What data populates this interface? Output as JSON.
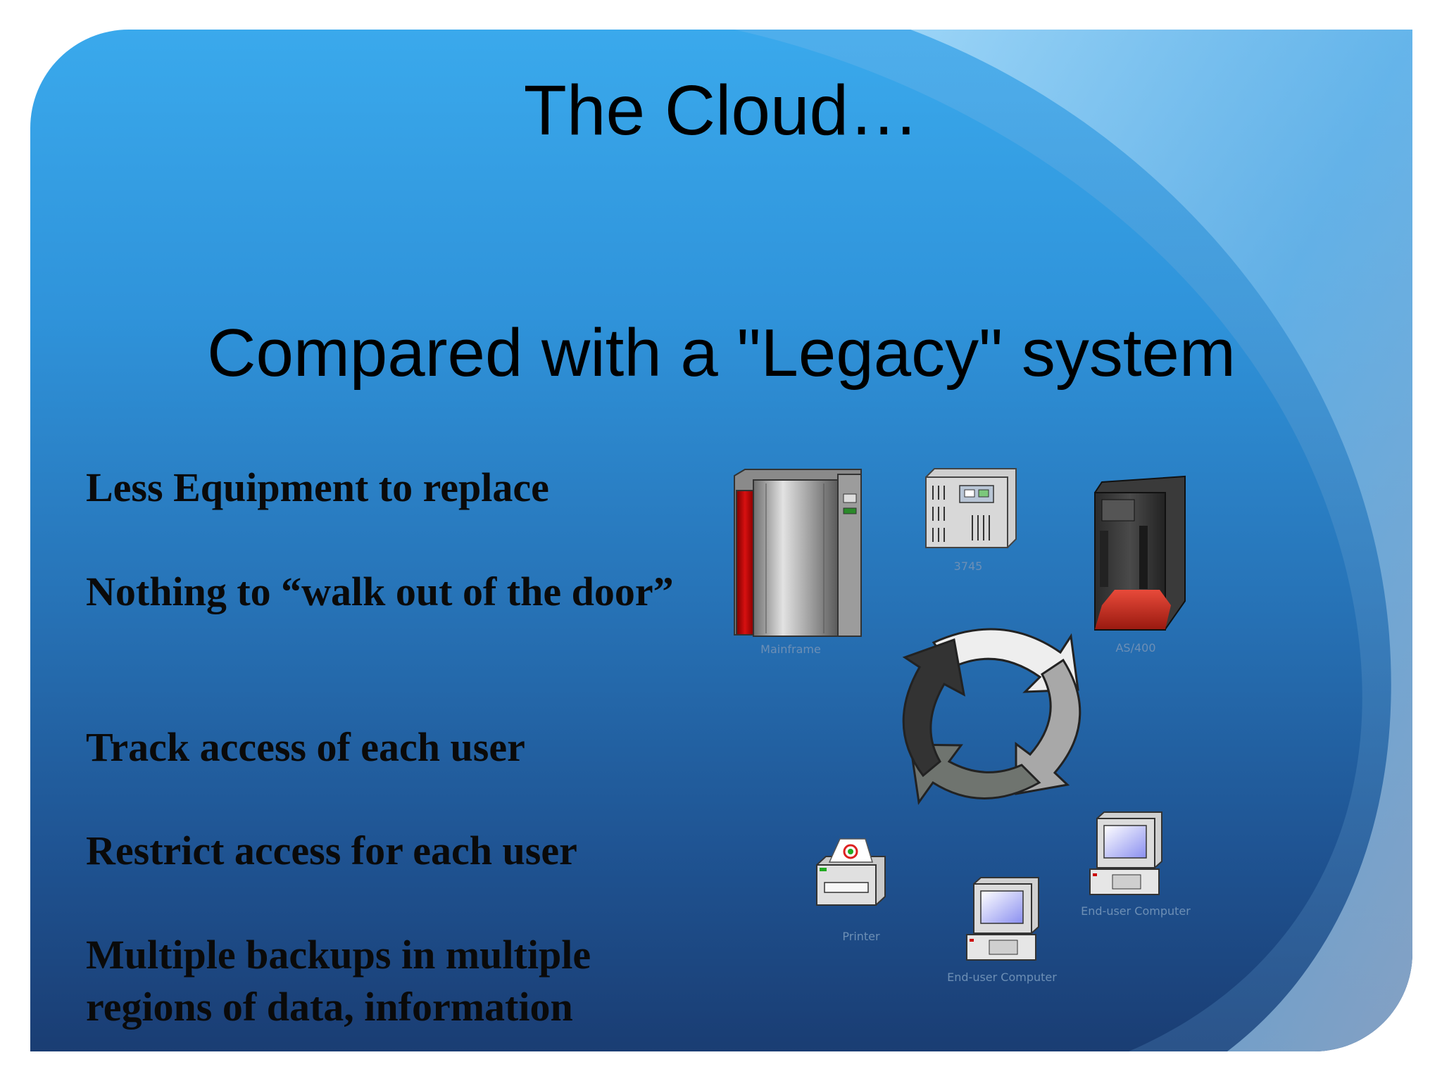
{
  "slide": {
    "title": "The Cloud…",
    "subtitle": "Compared with a \"Legacy\" system",
    "bullets": [
      "Less Equipment to replace",
      "Nothing to “walk out of the door”",
      "Track access of each user",
      "Restrict access for each user",
      "Multiple backups in multiple regions of data, information"
    ]
  },
  "diagram": {
    "labels": {
      "mainframe": "Mainframe",
      "unit_3745": "3745",
      "as400": "AS/400",
      "printer": "Printer",
      "end_user_computer_1": "End-user Computer",
      "end_user_computer_2": "End-user Computer"
    },
    "icons": [
      "mainframe-icon",
      "communication-controller-icon",
      "server-tower-icon",
      "cycle-arrows-icon",
      "printer-icon",
      "desktop-computer-icon"
    ]
  },
  "colors": {
    "background_top": "#3aa9ec",
    "background_bottom": "#1a3d73",
    "swoosh_light": "#8fcdf5",
    "text": "#000000"
  }
}
